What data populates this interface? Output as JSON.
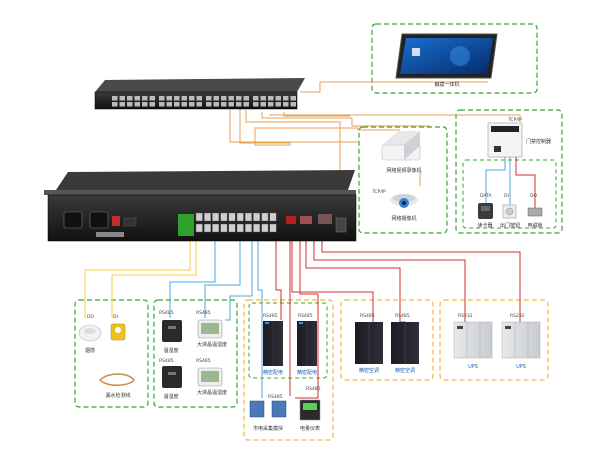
{
  "devices": {
    "touch_panel": "触摸一体机",
    "nvr": "网络视频录像机",
    "camera": "网络摄像机",
    "door_controller": "门禁控制器",
    "card_reader": "读卡器",
    "exit_button": "出门按钮",
    "mag_lock": "电磁锁",
    "smoke": "烟感",
    "leak_sensor": "漏水检测线",
    "th_sensor_1": "温湿度",
    "th_sensor_2": "温湿度",
    "lcd_th_1": "大液晶温湿度",
    "lcd_th_2": "大液晶温湿度",
    "pdc_1": "精密配电",
    "pdc_2": "精密配电",
    "ac_1": "精密空调",
    "ac_2": "精密空调",
    "ups_1": "UPS",
    "ups_2": "UPS",
    "power_module": "市电采集模块",
    "power_meter": "电量仪表"
  },
  "ports": {
    "rs485_th_1": "RS485",
    "rs485_th_2": "RS485",
    "rs485_lcd_1": "RS485",
    "rs485_lcd_2": "RS485",
    "rs485_pdc_1": "RS485",
    "rs485_pdc_2": "RS485",
    "rs485_ac_1": "RS485",
    "rs485_ac_2": "RS485",
    "rs232_ups_1": "RS232",
    "rs232_ups_2": "RS232",
    "rs485_module": "RS485",
    "rs485_meter": "RS485",
    "tcpip_camera": "TCP/IP",
    "tcpip_controller": "TCP/IP",
    "do_smoke": "DO",
    "di_leak": "DI",
    "data_reader": "DATA",
    "di_exit": "DI",
    "do_lock": "DO"
  },
  "colors": {
    "group_border": "#3aa33a",
    "ac_border": "#f0b840",
    "ethernet_line": "#e8a050",
    "rs485_line": "#4aa8e0",
    "red_line": "#d03030",
    "yellow_line": "#f0d040"
  }
}
